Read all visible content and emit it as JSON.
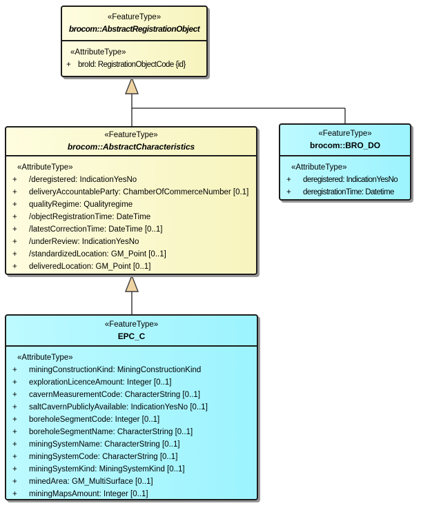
{
  "diagram_type": "uml-class-diagram",
  "colors": {
    "abstract_class_fill": "#F7F4BE",
    "concrete_class_fill": "#9CF3FE",
    "box_border": "#1c1c1c",
    "shadow": "#979797",
    "arrowhead_fill": "#EFD4A3",
    "arrowhead_stroke": "#3a3a3a",
    "line": "#1c1c1c",
    "background": "#ffffff"
  },
  "classes": [
    {
      "stereotype": "«FeatureType»",
      "name": "brocom::AbstractRegistrationObject",
      "abstract": true,
      "section_label": "«AttributeType»",
      "attributes": [
        {
          "vis": "+",
          "text": "broId: RegistrationObjectCode {id}"
        }
      ]
    },
    {
      "stereotype": "«FeatureType»",
      "name": "brocom::AbstractCharacteristics",
      "abstract": true,
      "section_label": "«AttributeType»",
      "attributes": [
        {
          "vis": "+",
          "text": "/deregistered: IndicationYesNo"
        },
        {
          "vis": "+",
          "text": "deliveryAccountableParty: ChamberOfCommerceNumber [0.1]"
        },
        {
          "vis": "+",
          "text": "qualityRegime: Qualityregime"
        },
        {
          "vis": "+",
          "text": "/objectRegistrationTime: DateTime"
        },
        {
          "vis": "+",
          "text": "/latestCorrectionTime: DateTime [0..1]"
        },
        {
          "vis": "+",
          "text": "/underReview: IndicationYesNo"
        },
        {
          "vis": "+",
          "text": "/standardizedLocation: GM_Point [0..1]"
        },
        {
          "vis": "+",
          "text": "deliveredLocation: GM_Point [0..1]"
        }
      ]
    },
    {
      "stereotype": "«FeatureType»",
      "name": "brocom::BRO_DO",
      "abstract": false,
      "section_label": "«AttributeType»",
      "attributes": [
        {
          "vis": "+",
          "text": "deregistered: IndicationYesNo"
        },
        {
          "vis": "+",
          "text": "deregistrationTime: Datetime"
        }
      ]
    },
    {
      "stereotype": "«FeatureType»",
      "name": "EPC_C",
      "abstract": false,
      "section_label": "«AttributeType»",
      "attributes": [
        {
          "vis": "+",
          "text": "miningConstructionKind: MiningConstructionKind"
        },
        {
          "vis": "+",
          "text": "explorationLicenceAmount: Integer [0..1]"
        },
        {
          "vis": "+",
          "text": "cavernMeasurementCode: CharacterString [0..1]"
        },
        {
          "vis": "+",
          "text": "saltCavernPubliclyAvailable: IndicationYesNo [0..1]"
        },
        {
          "vis": "+",
          "text": "boreholeSegmentCode: Integer [0..1]"
        },
        {
          "vis": "+",
          "text": "boreholeSegmentName: CharacterString [0..1]"
        },
        {
          "vis": "+",
          "text": "miningSystemName: CharacterString [0..1]"
        },
        {
          "vis": "+",
          "text": "miningSystemCode: CharacterString [0..1]"
        },
        {
          "vis": "+",
          "text": "miningSystemKind: MiningSystemKind [0..1]"
        },
        {
          "vis": "+",
          "text": "minedArea: GM_MultiSurface [0..1]"
        },
        {
          "vis": "+",
          "text": "miningMapsAmount: Integer [0..1]"
        }
      ]
    }
  ],
  "relations": [
    {
      "type": "generalization",
      "from": "brocom::AbstractCharacteristics",
      "to": "brocom::AbstractRegistrationObject"
    },
    {
      "type": "generalization",
      "from": "brocom::BRO_DO",
      "to": "brocom::AbstractRegistrationObject"
    },
    {
      "type": "generalization",
      "from": "EPC_C",
      "to": "brocom::AbstractCharacteristics"
    }
  ]
}
